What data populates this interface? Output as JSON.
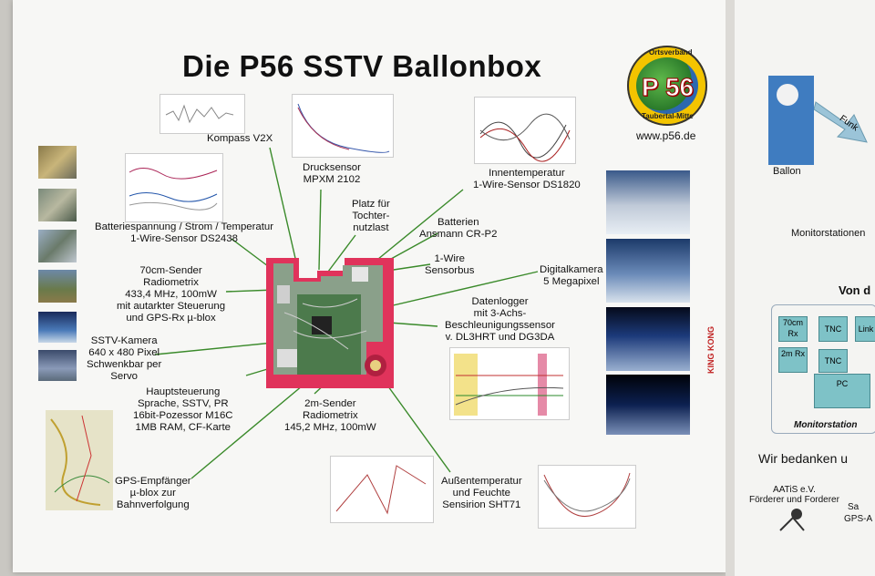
{
  "poster": {
    "title": "Die P56 SSTV Ballonbox",
    "logo": {
      "top_text": "Ortsverband",
      "center_text": "P 56",
      "bottom_text": "Taubertal-Mitte"
    },
    "website": "www.p56.de",
    "labels": {
      "kompass": "Kompass V2X",
      "druck": [
        "Drucksensor",
        "MPXM 2102"
      ],
      "innen": [
        "Innentemperatur",
        "1-Wire-Sensor DS1820"
      ],
      "platz": [
        "Platz für",
        "Tochter-",
        "nutzlast"
      ],
      "batterie_sensor": [
        "Batteriespannung / Strom / Temperatur",
        "1-Wire-Sensor DS2438"
      ],
      "batterien": [
        "Batterien",
        "Ansmann CR-P2"
      ],
      "onewire": [
        "1-Wire",
        "Sensorbus"
      ],
      "digicam": [
        "Digitalkamera",
        "5 Megapixel"
      ],
      "sender70": [
        "70cm-Sender",
        "Radiometrix",
        "433,4 MHz, 100mW",
        "mit autarkter Steuerung",
        "und GPS-Rx µ-blox"
      ],
      "datenlogger": [
        "Datenlogger",
        "mit 3-Achs-",
        "Beschleunigungssensor",
        "v. DL3HRT und DG3DA"
      ],
      "sstv": [
        "SSTV-Kamera",
        "640 x 480 Pixel",
        "Schwenkbar per",
        "Servo"
      ],
      "haupt": [
        "Hauptsteuerung",
        "Sprache, SSTV, PR",
        "16bit-Pozessor M16C",
        "1MB RAM, CF-Karte"
      ],
      "sender2m": [
        "2m-Sender",
        "Radiometrix",
        "145,2 MHz, 100mW"
      ],
      "gps": [
        "GPS-Empfänger",
        "µ-blox zur",
        "Bahnverfolgung"
      ],
      "aussen": [
        "Außentemperatur",
        "und Feuchte",
        "Sensirion SHT71"
      ]
    },
    "side_tag": "KING KONG"
  },
  "right_panel": {
    "funk": "Funk",
    "ballon": "Ballon",
    "monitorstationen": "Monitorstationen",
    "von": "Von d",
    "boxes": [
      "70cm Rx",
      "TNC",
      "Link",
      "2m Rx",
      "TNC",
      "PC"
    ],
    "monitorstation": "Monitorstation",
    "bedanken": "Wir bedanken u",
    "aatis": [
      "AATiS e.V.",
      "Förderer und Forderer"
    ],
    "cut": [
      "Sa",
      "GPS-A"
    ]
  },
  "colors": {
    "box": "#e0335b",
    "board": "#4c7a4c",
    "logo": "#f3c400",
    "line": "#3a8a2a"
  }
}
